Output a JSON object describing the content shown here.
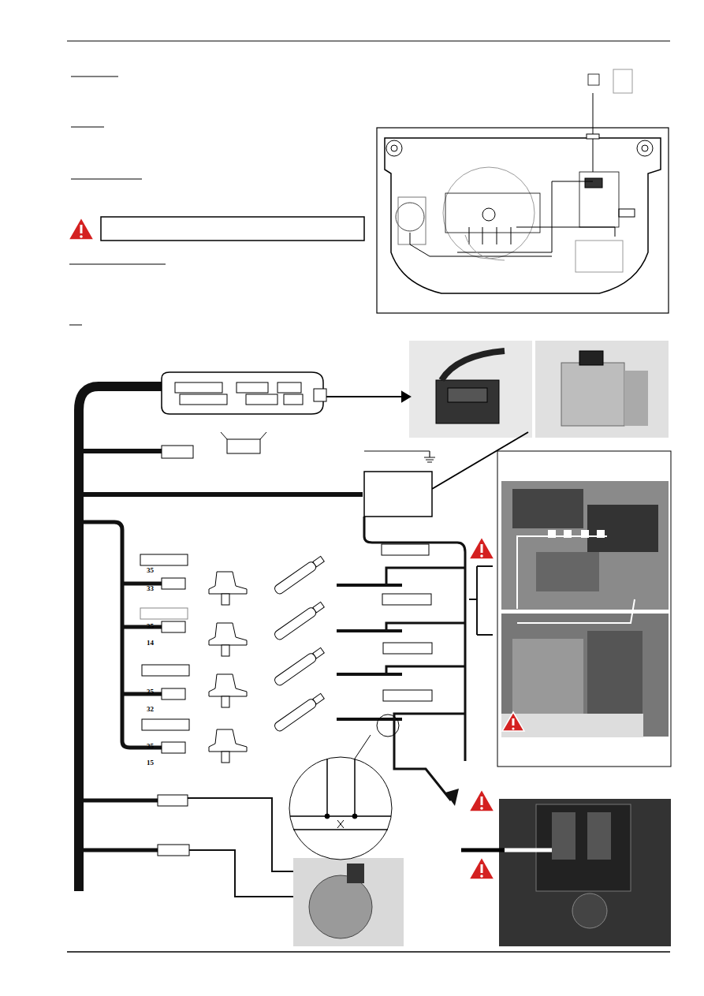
{
  "diagram": {
    "labels": [
      "35",
      "33",
      "35",
      "14",
      "35",
      "32",
      "35",
      "15"
    ]
  }
}
